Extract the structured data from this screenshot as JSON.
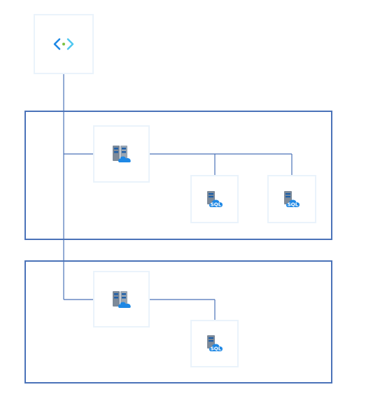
{
  "diagram": {
    "colors": {
      "region_border": "#4a72b8",
      "connector": "#4a72b8",
      "node_border": "#eaf3fb",
      "icon_blue": "#1e88e5",
      "icon_light_blue": "#50c8f0",
      "icon_green": "#7cc242",
      "server_grey": "#7d8a99"
    },
    "nodes": {
      "endpoint": {
        "icon": "code-brackets-icon"
      },
      "server_1": {
        "icon": "cloud-server-icon"
      },
      "server_2": {
        "icon": "cloud-server-icon"
      },
      "db_1": {
        "icon": "sql-database-icon",
        "label": "SQL"
      },
      "db_2": {
        "icon": "sql-database-icon",
        "label": "SQL"
      },
      "db_3": {
        "icon": "sql-database-icon",
        "label": "SQL"
      }
    }
  }
}
